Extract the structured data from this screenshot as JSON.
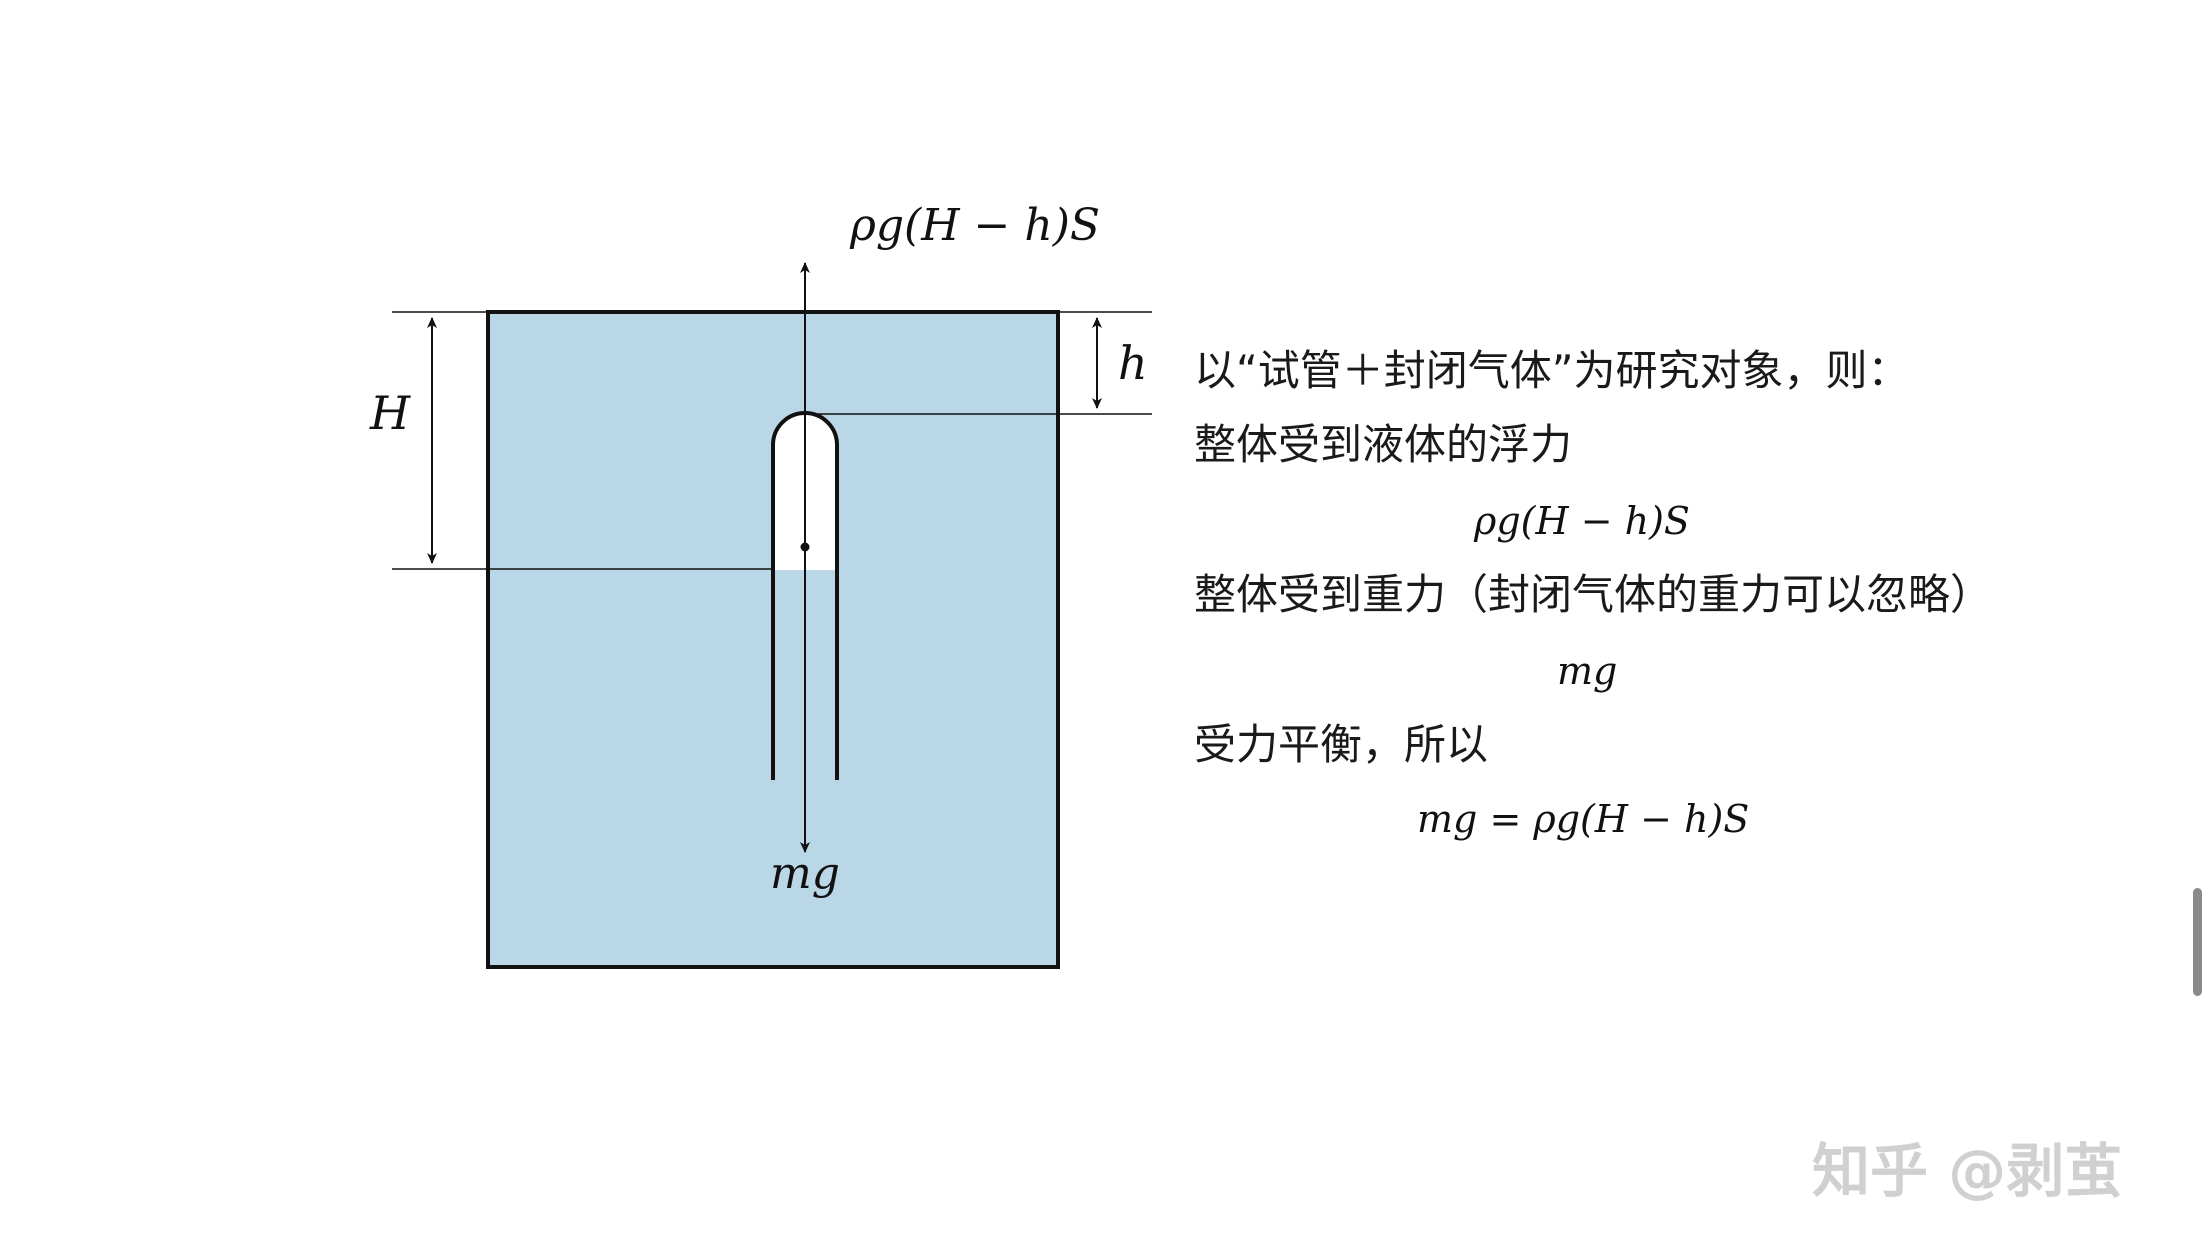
{
  "diagram": {
    "labels": {
      "buoyancy": "ρg(H − h)S",
      "weight": "mg",
      "height_H": "H",
      "height_h": "h"
    },
    "colors": {
      "liquid": "#bad7e8",
      "outline": "#111111",
      "tube_gas": "#ffffff"
    }
  },
  "explanation": {
    "line1": "以“试管＋封闭气体”为研究对象，则：",
    "line2": "整体受到液体的浮力",
    "eq1": "ρg(H − h)S",
    "line3": "整体受到重力（封闭气体的重力可以忽略）",
    "eq2": "mg",
    "line4": "受力平衡，所以",
    "eq3": "mg = ρg(H − h)S"
  },
  "watermark": {
    "text": "知乎 @剥茧"
  }
}
